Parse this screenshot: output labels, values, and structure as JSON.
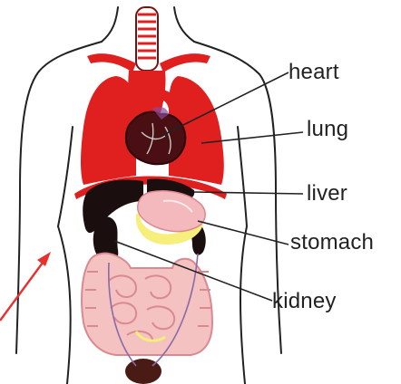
{
  "labels": {
    "heart": "heart",
    "lung": "lung",
    "liver": "liver",
    "stomach": "stomach",
    "kidney": "kidney"
  },
  "colors": {
    "organ_red": "#e01f1f",
    "heart_dark": "#4a0f12",
    "liver_black": "#1b0e0e",
    "stomach_pink": "#f3b9bd",
    "stomach_yellow": "#f6ef7b",
    "intestine_pink": "#f4c2c0",
    "outline": "#222222",
    "arrow": "#e8312f"
  }
}
